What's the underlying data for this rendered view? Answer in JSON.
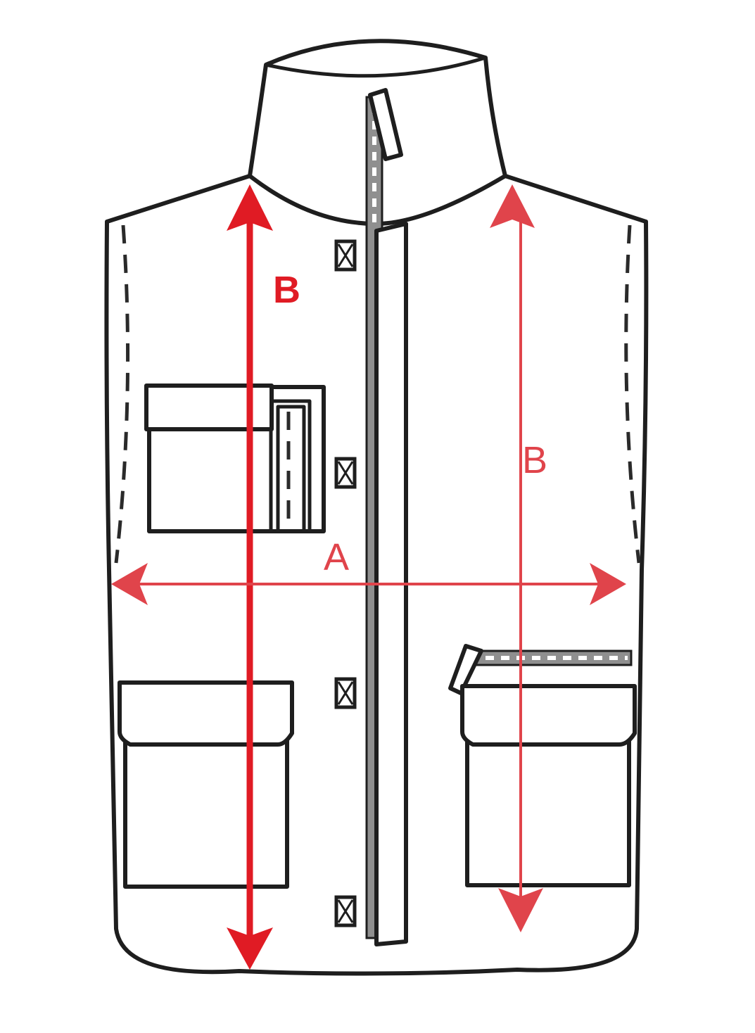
{
  "labels": {
    "b_left": "B",
    "b_right": "B",
    "a": "A"
  },
  "colors": {
    "measure_strong": "#e01b24",
    "measure_soft": "#e0444b",
    "outline": "#1e1e1e"
  }
}
